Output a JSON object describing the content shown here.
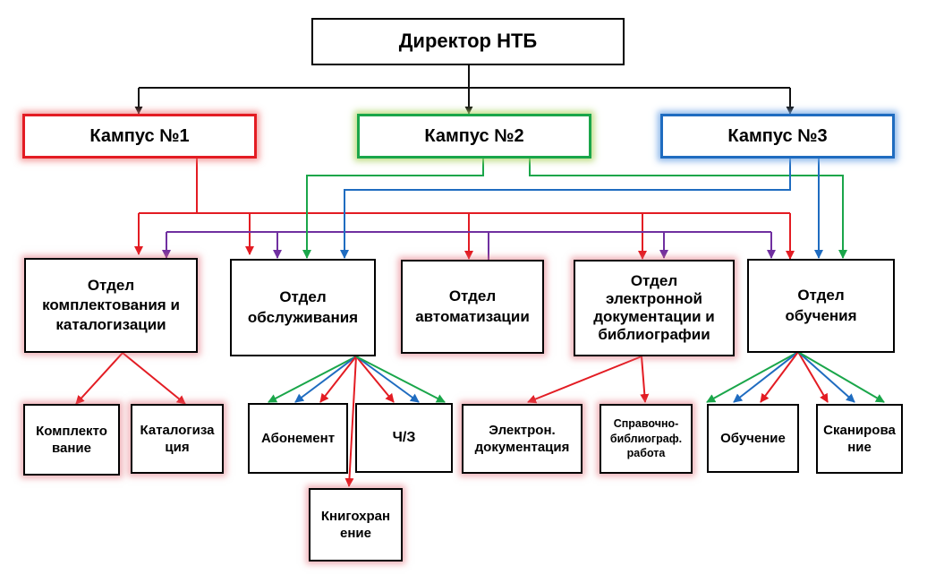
{
  "director": "Директор НТБ",
  "campuses": [
    "Кампус №1",
    "Кампус №2",
    "Кампус №3"
  ],
  "departments": {
    "acquisition": [
      "Отдел",
      "комплектования и",
      "каталогизации"
    ],
    "service": [
      "Отдел",
      "обслуживания"
    ],
    "automation": [
      "Отдел",
      "автоматизации"
    ],
    "edoc": [
      "Отдел",
      "электронной",
      "документации и",
      "библиографии"
    ],
    "training": [
      "Отдел",
      "обучения"
    ]
  },
  "sections": {
    "komplekt": [
      "Комплекто",
      "вание"
    ],
    "katalog": [
      "Каталогиза",
      "ция"
    ],
    "abonement": [
      "Абонемент"
    ],
    "chz": [
      "Ч/З"
    ],
    "knigohran": [
      "Книгохран",
      "ение"
    ],
    "electron": [
      "Электрон.",
      "документация"
    ],
    "spravochno": [
      "Справочно-",
      "библиограф.",
      "работа"
    ],
    "obuchenie": [
      "Обучение"
    ],
    "skan": [
      "Сканирова",
      "ние"
    ]
  },
  "colors": {
    "black": "#111111",
    "red": "#e31c23",
    "green": "#1aa64a",
    "blue": "#1f6cc0",
    "purple": "#7030a0"
  }
}
